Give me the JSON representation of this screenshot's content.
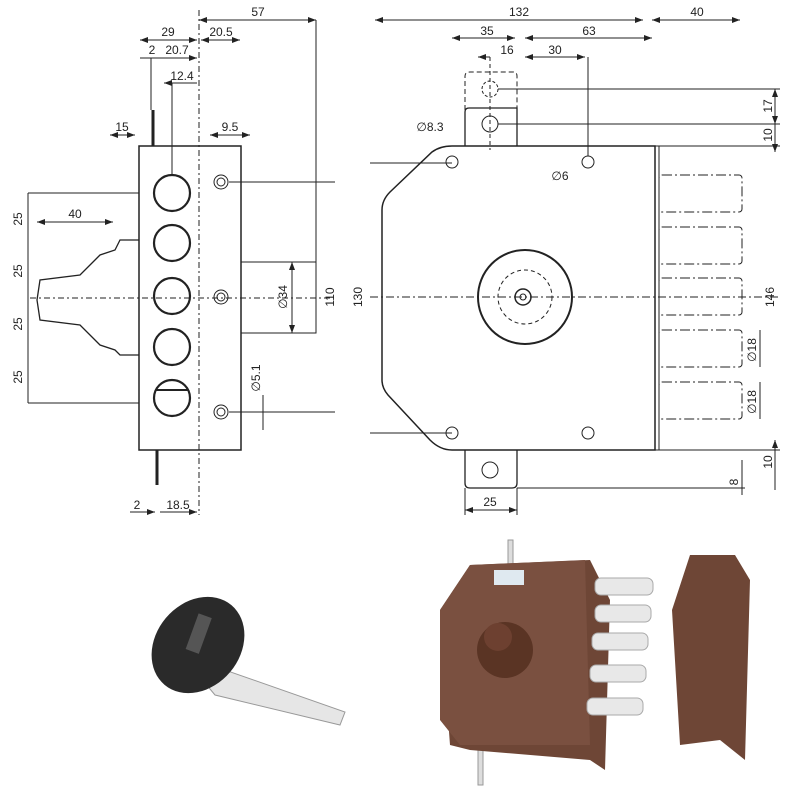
{
  "side_view": {
    "dims": {
      "d57": "57",
      "d29": "29",
      "d20_5": "20.5",
      "d2_top": "2",
      "d20_7": "20.7",
      "d12_4": "12.4",
      "d15": "15",
      "d9_5": "9.5",
      "d40": "40",
      "d25_a": "25",
      "d25_b": "25",
      "d25_c": "25",
      "d25_d": "25",
      "d34": "∅34",
      "d110": "110",
      "d130": "130",
      "d5_1": "∅5.1",
      "d2_bottom": "2",
      "d18_5": "18.5"
    }
  },
  "front_view": {
    "dims": {
      "d132": "132",
      "d40": "40",
      "d35": "35",
      "d63": "63",
      "d16": "16",
      "d30": "30",
      "d8_3": "∅8.3",
      "d6": "∅6",
      "d17": "17",
      "d10_top": "10",
      "d146": "146",
      "d18_a": "∅18",
      "d18_b": "∅18",
      "d10_bottom": "10",
      "d8": "8",
      "d25": "25"
    }
  },
  "colors": {
    "line": "#222222",
    "lock_body": "#7a5040",
    "key_head": "#2a2a2a",
    "metal": "#e8e8e8"
  }
}
